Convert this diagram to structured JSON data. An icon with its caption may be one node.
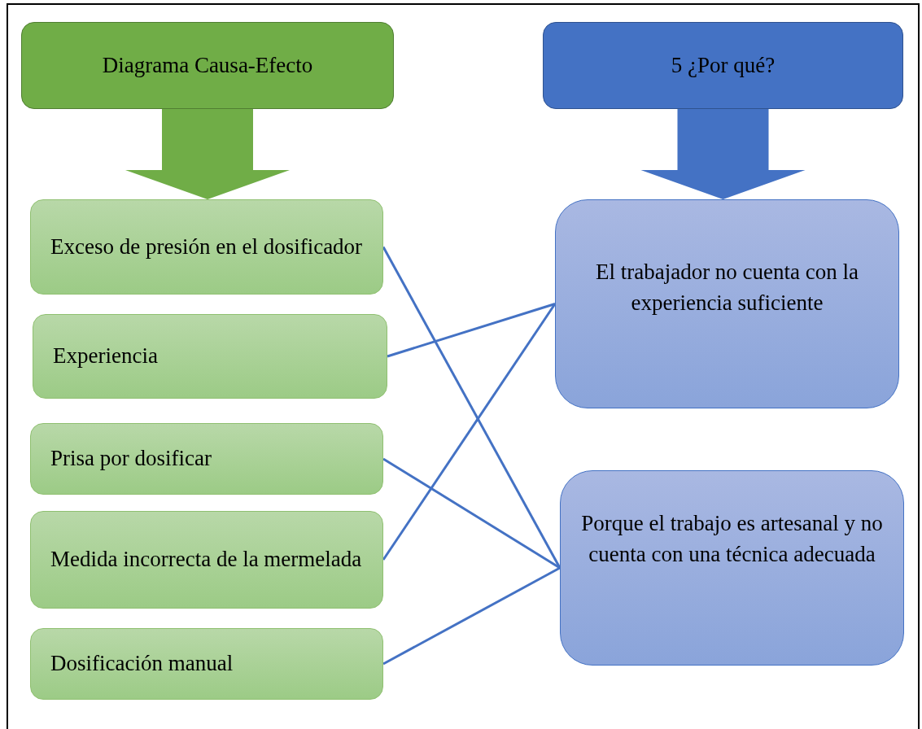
{
  "diagram": {
    "nodes": [
      {
        "text": [
          "Diagrama Causa-Efecto"
        ]
      },
      {
        "text": [
          "5 ¿Por qué?"
        ]
      },
      {
        "text": [
          "Exceso de presión en el dosificador"
        ]
      },
      {
        "text": [
          "Experiencia"
        ]
      },
      {
        "text": [
          "Prisa por dosificar"
        ]
      },
      {
        "text": [
          "Medida incorrecta de la mermelada"
        ]
      },
      {
        "text": [
          "Dosificación manual"
        ]
      },
      {
        "text": [
          "El trabajador no cuenta con la experiencia suficiente"
        ]
      },
      {
        "text": [
          "Porque el trabajo es artesanal y no cuenta con una técnica adecuada"
        ]
      }
    ],
    "edges": [
      {
        "from": 0,
        "to": 2,
        "arrow": "to",
        "style": "thick",
        "color": "#70ad47"
      },
      {
        "from": 1,
        "to": 7,
        "arrow": "to",
        "style": "thick"
      },
      {
        "from": 2,
        "to": 8,
        "arrow": "none"
      },
      {
        "from": 3,
        "to": 7,
        "arrow": "none"
      },
      {
        "from": 4,
        "to": 8,
        "arrow": "none"
      },
      {
        "from": 5,
        "to": 7,
        "arrow": "none"
      },
      {
        "from": 6,
        "to": 8,
        "arrow": "none"
      }
    ]
  }
}
